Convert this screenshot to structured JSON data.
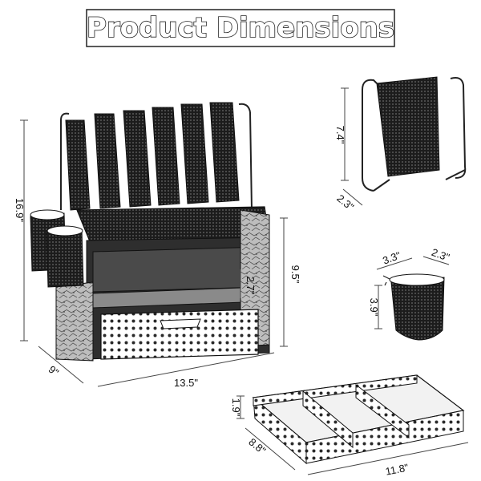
{
  "header": {
    "title": "Product Dimensions"
  },
  "main_unit": {
    "height": "16.9\"",
    "depth": "9\"",
    "width": "13.5\"",
    "shelf_height": "9.5\"",
    "drawer_gap": "2.7\""
  },
  "file_divider": {
    "height": "7.4\"",
    "depth": "2.3\""
  },
  "pen_cup": {
    "width": "3.3\"",
    "depth": "2.3\"",
    "height": "3.9\""
  },
  "drawer_tray": {
    "height": "1.9\"",
    "depth": "8.8\"",
    "width": "11.8\""
  }
}
